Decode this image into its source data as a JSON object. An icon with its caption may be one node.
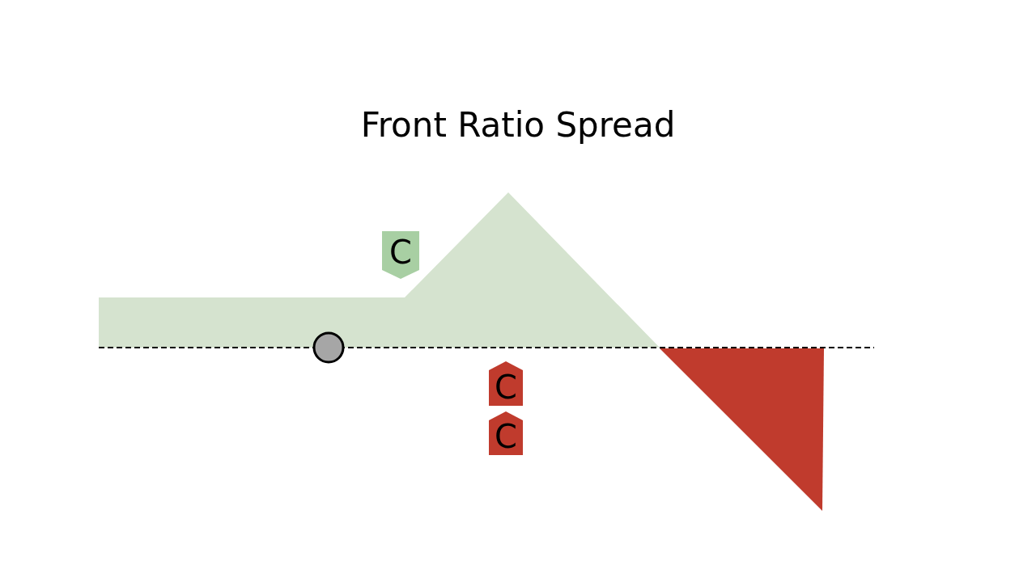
{
  "diagram": {
    "title": "Front Ratio Spread",
    "nodes": [
      {
        "text": [
          "C"
        ]
      },
      {
        "text": [
          "C"
        ]
      },
      {
        "text": [
          "C"
        ]
      }
    ]
  }
}
